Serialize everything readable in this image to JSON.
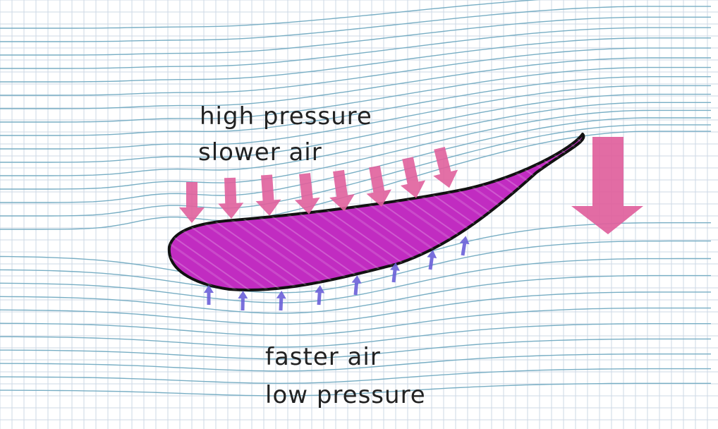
{
  "labels": {
    "upper_line1": "high pressure",
    "upper_line2": "slower air",
    "lower_line1": "faster air",
    "lower_line2": "low pressure"
  },
  "colors": {
    "background": "#ffffff",
    "grid": "#cdd9e6",
    "streamline": "#78aec4",
    "airfoil_fill": "#c12cc1",
    "airfoil_outline": "#111111",
    "downward_arrows": "#e0609c",
    "upward_arrows": "#6a5fd8",
    "text": "#222222"
  },
  "icons": {
    "upper_arrows": "pressure-arrow-down-icon",
    "lower_arrows": "pressure-arrow-up-icon",
    "resultant_arrow": "big-arrow-down-icon"
  }
}
